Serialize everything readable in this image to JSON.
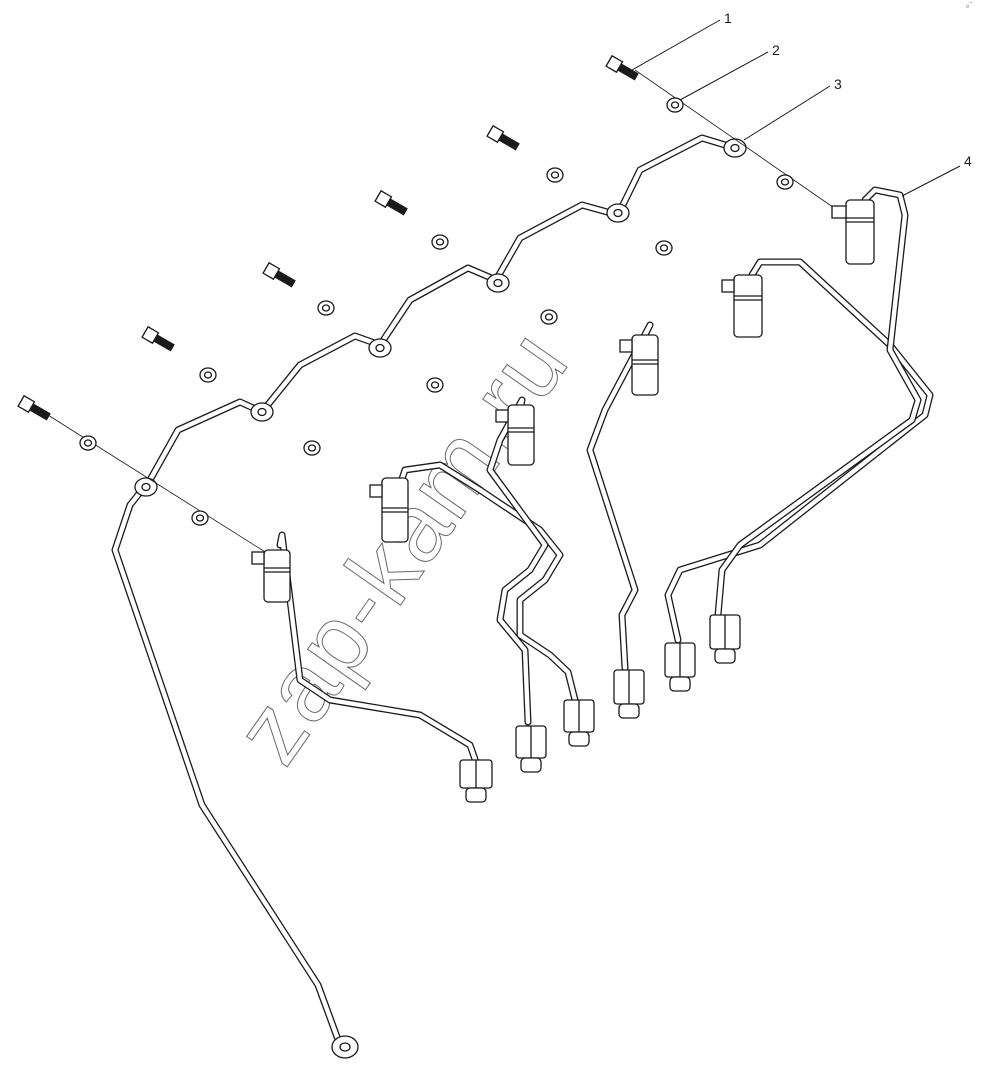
{
  "diagram": {
    "callouts": [
      {
        "label": "1"
      },
      {
        "label": "2"
      },
      {
        "label": "3"
      },
      {
        "label": "4"
      }
    ],
    "watermark": "zap-kam.ru",
    "corner_mark": "ᵉ‾"
  }
}
